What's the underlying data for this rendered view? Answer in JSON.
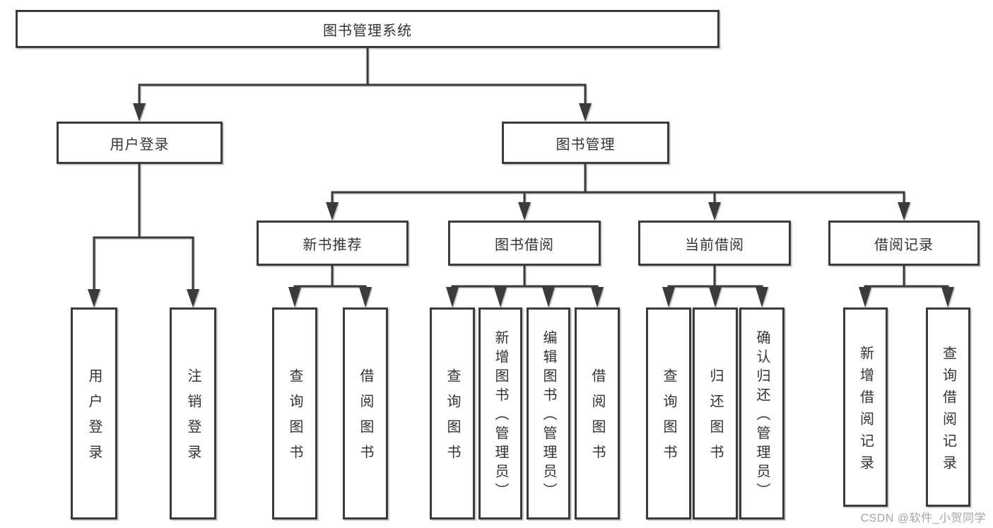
{
  "diagram": {
    "root": {
      "label": "图书管理系统"
    },
    "level2": [
      {
        "label": "用户登录"
      },
      {
        "label": "图书管理"
      }
    ],
    "level3": [
      {
        "label": "新书推荐"
      },
      {
        "label": "图书借阅"
      },
      {
        "label": "当前借阅"
      },
      {
        "label": "借阅记录"
      }
    ],
    "leaves": {
      "user_login": [
        "用户登录",
        "注销登录"
      ],
      "new_book": [
        "查询图书",
        "借阅图书"
      ],
      "book_borrow": [
        "查询图书",
        "新增图书（管理员）",
        "编辑图书（管理员）",
        "借阅图书"
      ],
      "current_borrow": [
        "查询图书",
        "归还图书",
        "确认归还（管理员）"
      ],
      "borrow_record": [
        "新增借阅记录",
        "查询借阅记录"
      ]
    },
    "colors": {
      "line": "#3a3a3a",
      "text": "#333333",
      "watermark": "#a3a3a3"
    }
  },
  "watermark": {
    "text": "CSDN @软件_小贺同学"
  }
}
